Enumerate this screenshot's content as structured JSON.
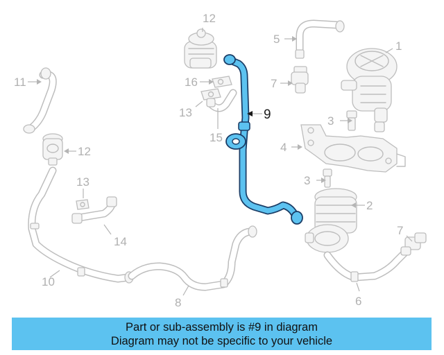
{
  "callouts": {
    "c1": "1",
    "c2": "2",
    "c3a": "3",
    "c3b": "3",
    "c4": "4",
    "c5": "5",
    "c6": "6",
    "c7a": "7",
    "c7b": "7",
    "c8": "8",
    "c9": "9",
    "c10": "10",
    "c11": "11",
    "c12a": "12",
    "c12b": "12",
    "c13a": "13",
    "c13b": "13",
    "c14": "14",
    "c15": "15",
    "c16": "16"
  },
  "highlighted_part": "9",
  "colors": {
    "highlight": "#5cc2f0",
    "outline": "#1b3d66",
    "ghost": "#bdbdbd",
    "banner": "#5cc2f0"
  },
  "banner": {
    "line1": "Part or sub-assembly is #9 in diagram",
    "line2": "Diagram may not be specific to your vehicle"
  }
}
